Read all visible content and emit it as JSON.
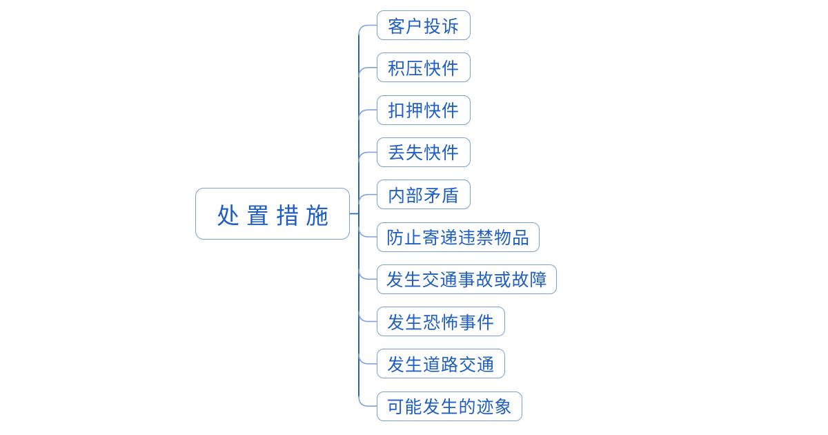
{
  "diagram": {
    "type": "mindmap",
    "root": {
      "label": "处置措施"
    },
    "children": [
      {
        "label": "客户投诉"
      },
      {
        "label": "积压快件"
      },
      {
        "label": "扣押快件"
      },
      {
        "label": "丢失快件"
      },
      {
        "label": "内部矛盾"
      },
      {
        "label": "防止寄递违禁物品"
      },
      {
        "label": "发生交通事故或故障"
      },
      {
        "label": "发生恐怖事件"
      },
      {
        "label": "发生道路交通"
      },
      {
        "label": "可能发生的迹象"
      }
    ]
  },
  "colors": {
    "background": "#ffffff",
    "node_border": "#7aa0d8",
    "node_text": "#1f5ec2",
    "trunk_line": "#2f63ba",
    "branch_line": "#7fa4dc"
  }
}
